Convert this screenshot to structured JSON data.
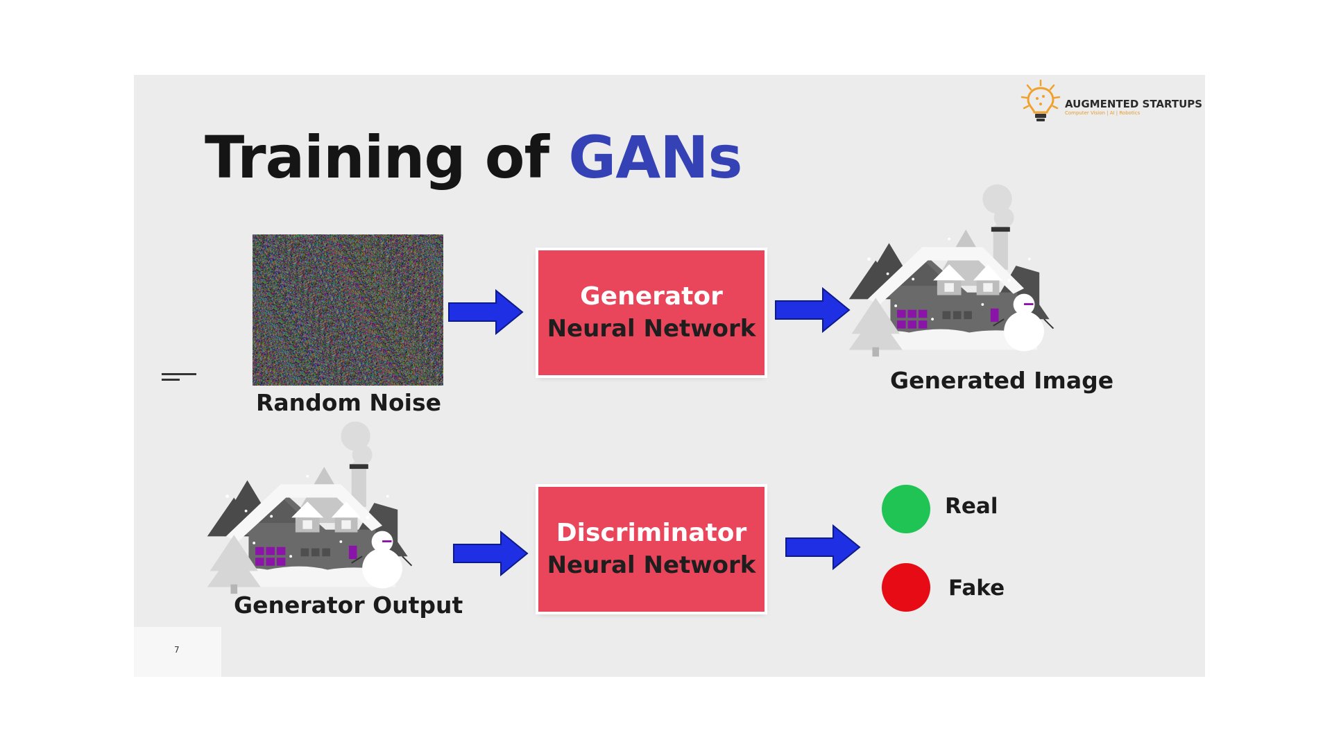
{
  "slide": {
    "title_main": "Training of",
    "title_accent": "GANs",
    "page_number": "7"
  },
  "logo": {
    "brand": "AUGMENTED STARTUPS",
    "tagline": "Computer Vision | AI | Robotics"
  },
  "generator": {
    "input_label": "Random Noise",
    "box_line1": "Generator",
    "box_line2": "Neural Network",
    "output_label": "Generated Image"
  },
  "discriminator": {
    "input_label": "Generator Output",
    "box_line1": "Discriminator",
    "box_line2": "Neural Network"
  },
  "outcomes": [
    {
      "label": "Real",
      "color": "#1fc455"
    },
    {
      "label": "Fake",
      "color": "#e60b14"
    }
  ],
  "colors": {
    "accent": "#3442b5",
    "box": "#e9465c",
    "arrow": "#1f2fe3",
    "window": "#8b14a8"
  }
}
